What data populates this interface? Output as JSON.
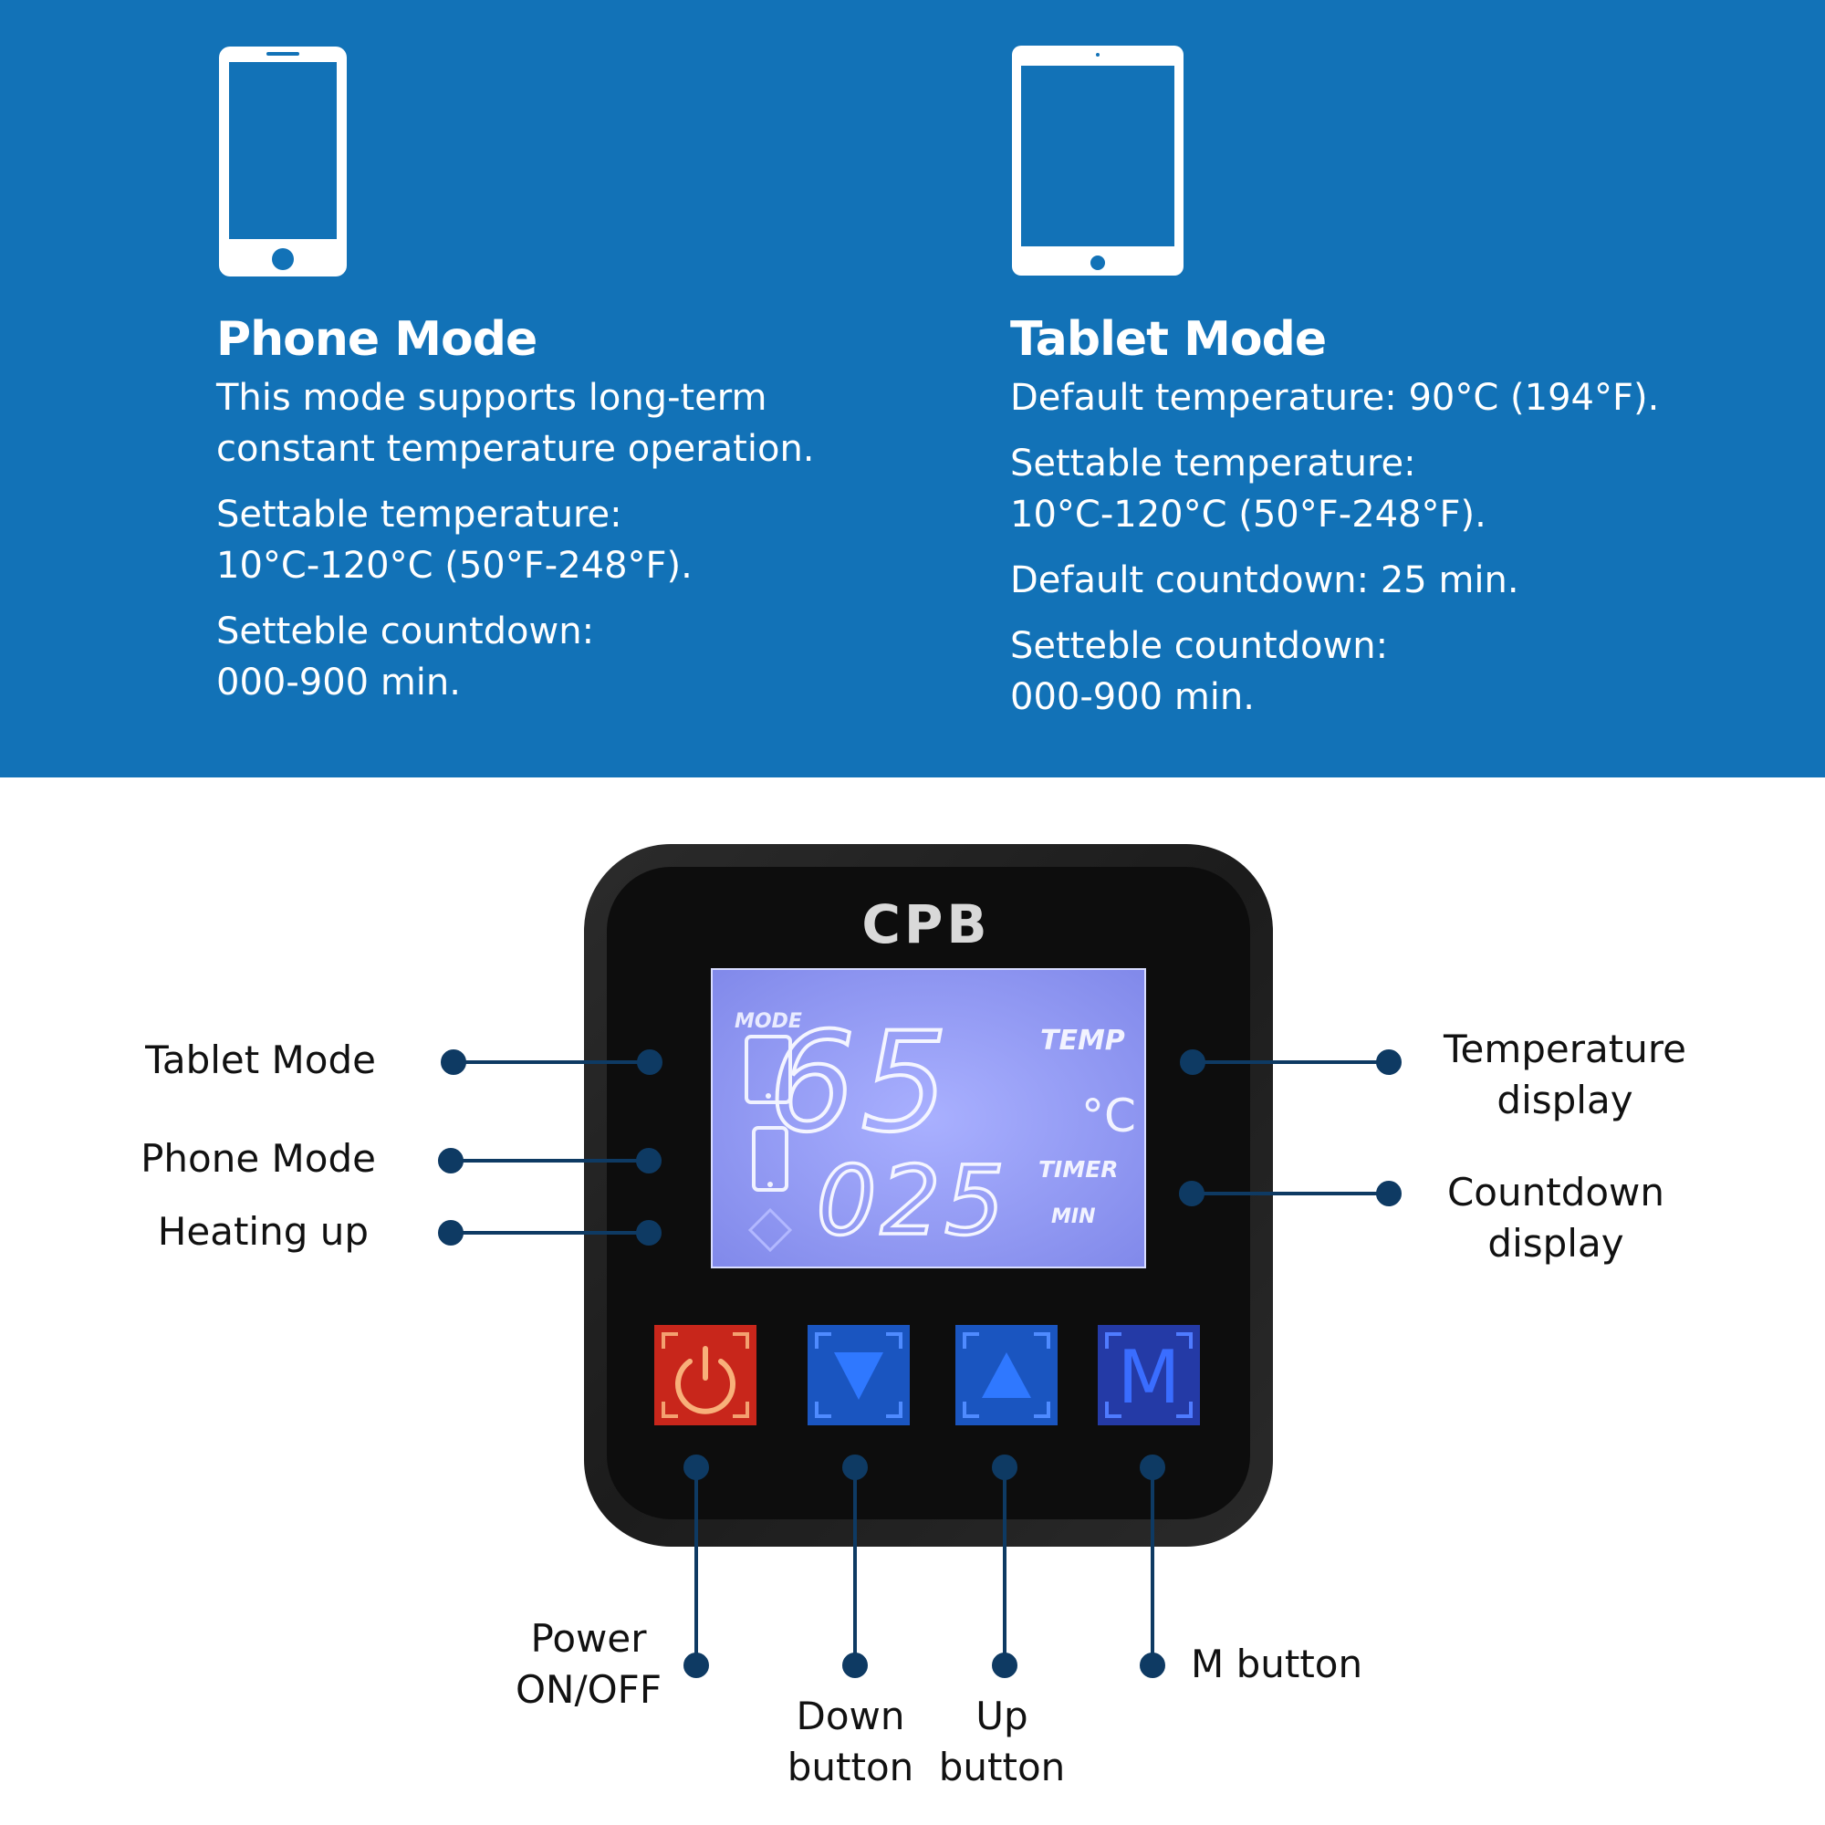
{
  "phone_mode": {
    "title": "Phone Mode",
    "lines": [
      "This mode supports long-term\nconstant temperature operation.",
      "Settable temperature:\n10°C-120°C (50°F-248°F).",
      "Setteble countdown:\n000-900 min."
    ],
    "icon": "smartphone-icon"
  },
  "tablet_mode": {
    "title": "Tablet Mode",
    "lines": [
      "Default temperature: 90°C (194°F).",
      "Settable temperature:\n10°C-120°C (50°F-248°F).",
      "Default countdown: 25 min.",
      "Setteble countdown:\n000-900 min."
    ],
    "icon": "tablet-icon"
  },
  "panel": {
    "brand": "CPB",
    "lcd": {
      "mode_label": "MODE",
      "temp_value": "65",
      "temp_label": "TEMP",
      "temp_unit": "°C",
      "timer_value": "025",
      "timer_label": "TIMER",
      "timer_unit": "MIN"
    },
    "buttons": {
      "m_label": "M"
    }
  },
  "callouts": {
    "tablet_mode": "Tablet Mode",
    "phone_mode": "Phone Mode",
    "heating_up": "Heating up",
    "temperature_display": "Temperature\ndisplay",
    "countdown_display": "Countdown\ndisplay",
    "power": "Power\nON/OFF",
    "down": "Down\nbutton",
    "up": "Up\nbutton",
    "m": "M button"
  },
  "colors": {
    "banner_blue": "#1272b7",
    "leader_navy": "#0e3a63",
    "lcd_blue": "#8f97f2",
    "power_red": "#c8261b",
    "arrow_blue": "#1a55c0",
    "m_blue": "#243aa6"
  }
}
